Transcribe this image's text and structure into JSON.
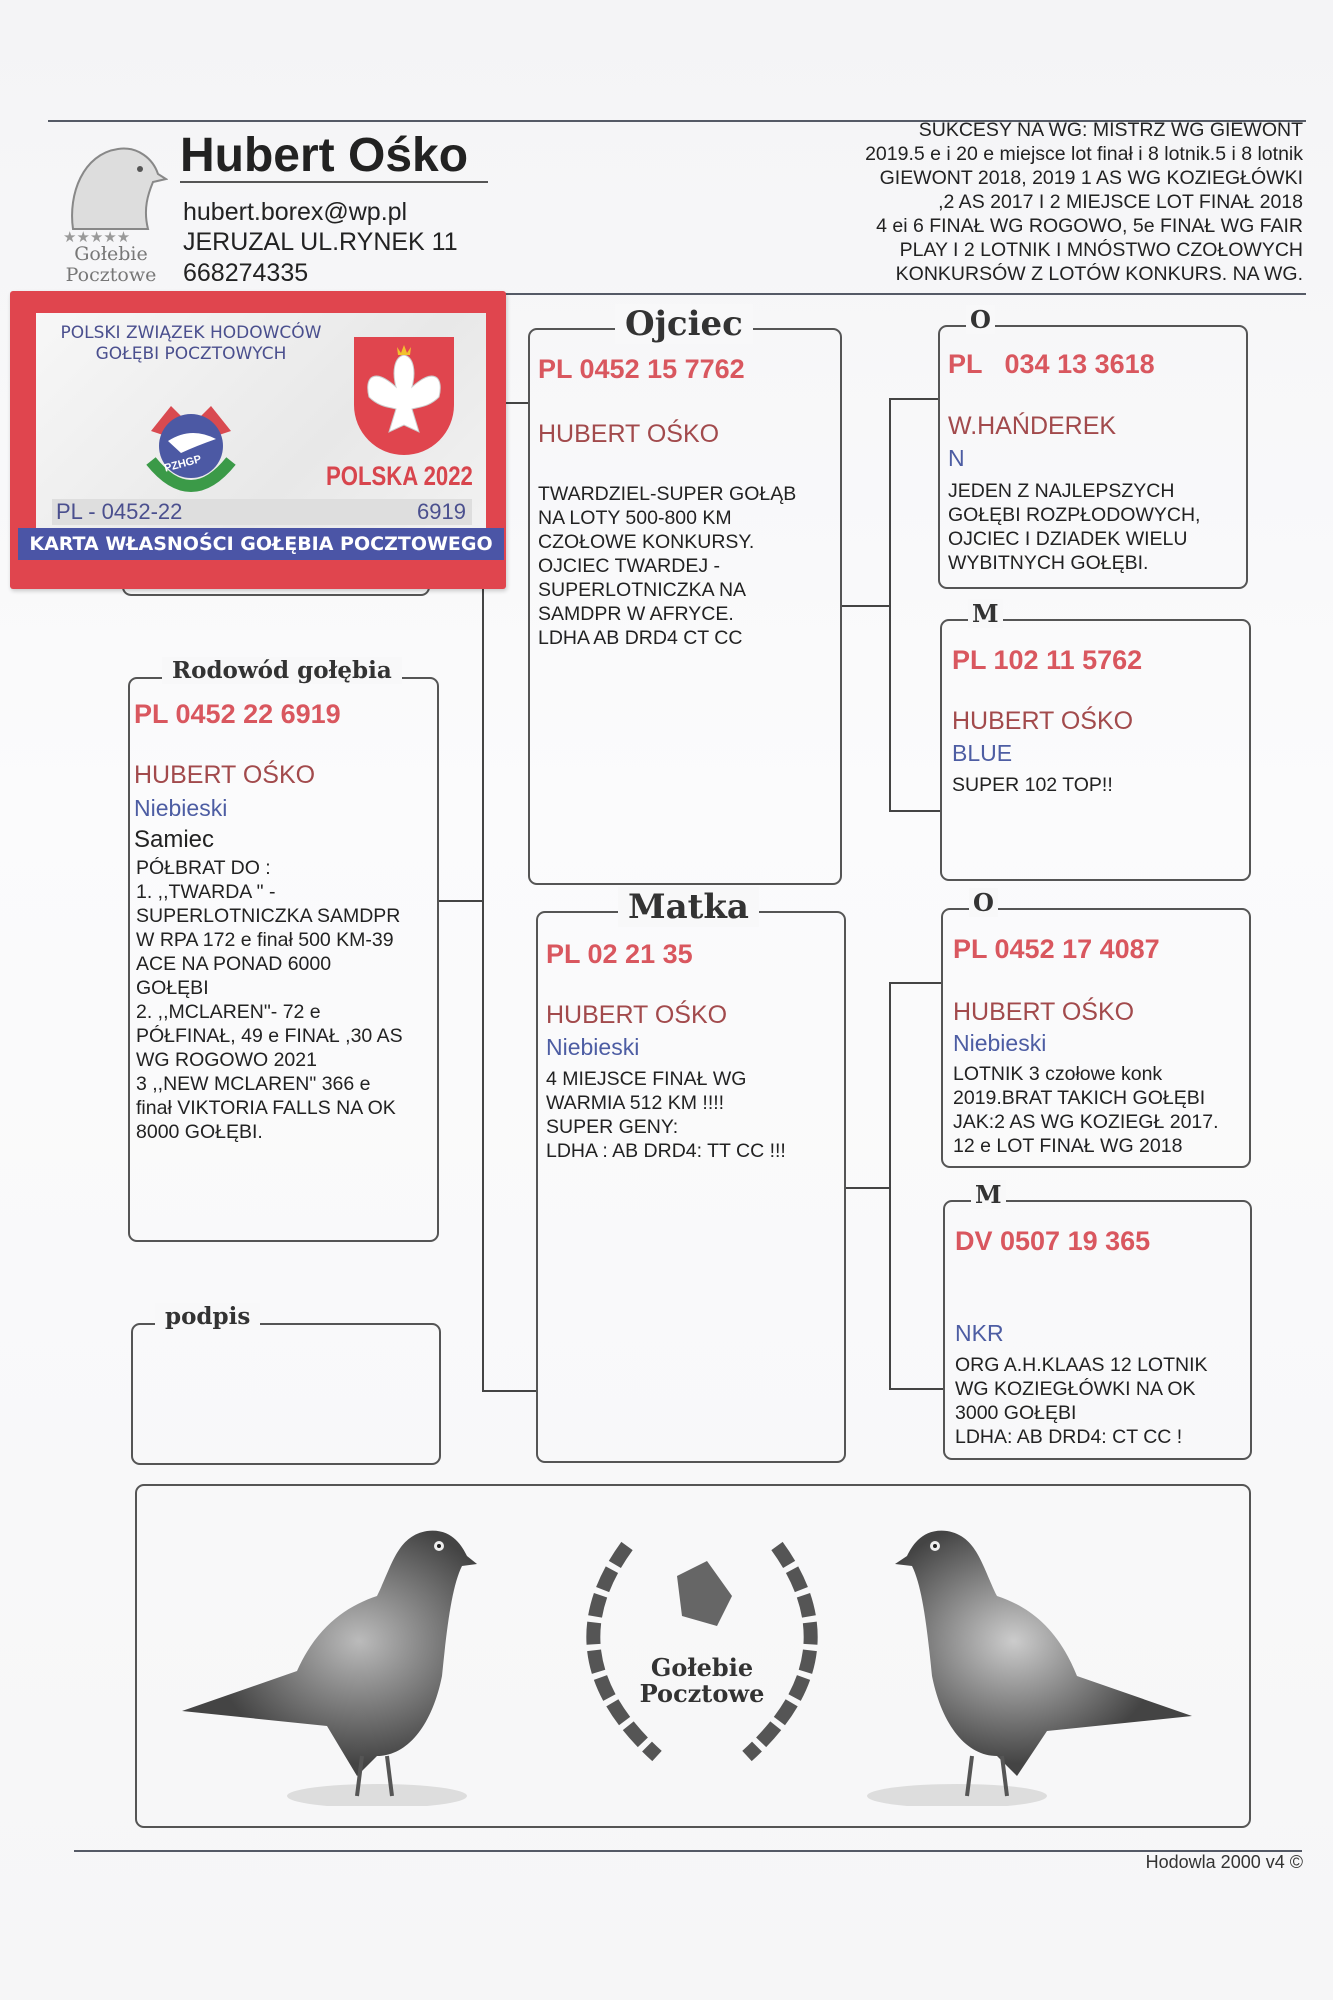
{
  "header": {
    "logo_text": "Gołebie Pocztowe",
    "owner_name": "Hubert Ośko",
    "email": "hubert.borex@wp.pl",
    "address": "JERUZAL UL.RYNEK 11",
    "phone": "668274335",
    "successes": "SUKCESY NA WG: MISTRZ WG GIEWONT\n2019.5 e i 20 e miejsce lot finał i 8 lotnik.5 i 8 lotnik\nGIEWONT 2018, 2019 1 AS WG KOZIEGŁÓWKI\n,2 AS 2017 I 2 MIEJSCE LOT FINAŁ 2018\n4 ei 6 FINAŁ WG ROGOWO, 5e FINAŁ WG FAIR\nPLAY I 2 LOTNIK  I MNÓSTWO CZOŁOWYCH\nKONKURSÓW Z LOTÓW KONKURS. NA WG."
  },
  "card": {
    "org": "POLSKI ZWIĄZEK HODOWCÓW\nGOŁĘBI POCZTOWYCH",
    "badge": "PZHGP",
    "country_year": "POLSKA 2022",
    "ring_left": "PL - 0452-22",
    "ring_right": "6919",
    "title": "KARTA WŁASNOŚCI GOŁĘBIA POCZTOWEGO"
  },
  "pigeon": {
    "legend": "Rodowód gołębia",
    "ring": "PL 0452 22 6919",
    "breeder": "HUBERT OŚKO",
    "color": "Niebieski",
    "sex": "Samiec",
    "description": "PÓŁBRAT DO :\n1. ,,TWARDA \" -\nSUPERLOTNICZKA SAMDPR\nW RPA 172 e finał 500 KM-39\nACE NA PONAD 6000\nGOŁĘBI\n2. ,,MCLAREN\"- 72 e\nPÓŁFINAŁ, 49 e FINAŁ ,30 AS\nWG ROGOWO 2021\n3 ,,NEW MCLAREN\" 366 e\nfinał VIKTORIA FALLS NA OK\n8000 GOŁĘBI."
  },
  "signature": {
    "legend": "podpis"
  },
  "father": {
    "legend": "Ojciec",
    "ring": "PL 0452 15 7762",
    "breeder": "HUBERT OŚKO",
    "description": "TWARDZIEL-SUPER GOŁĄB\nNA LOTY 500-800 KM\nCZOŁOWE KONKURSY.\nOJCIEC TWARDEJ -\nSUPERLOTNICZKA  NA\nSAMDPR W AFRYCE.\nLDHA AB  DRD4 CT CC"
  },
  "mother": {
    "legend": "Matka",
    "ring": "PL 02 21 35",
    "breeder": "HUBERT OŚKO",
    "color": "Niebieski",
    "description": "4 MIEJSCE FINAŁ WG\nWARMIA 512 KM !!!!\nSUPER GENY:\nLDHA : AB   DRD4: TT CC !!!"
  },
  "ff": {
    "legend": "O",
    "ring": "PL   034 13 3618",
    "breeder": "W.HAŃDEREK",
    "color": "N",
    "description": "JEDEN Z NAJLEPSZYCH\nGOŁĘBI ROZPŁODOWYCH,\nOJCIEC I DZIADEK WIELU\nWYBITNYCH GOŁĘBI."
  },
  "fm": {
    "legend": "M",
    "ring": "PL 102 11 5762",
    "breeder": "HUBERT OŚKO",
    "color": "BLUE",
    "description": "SUPER 102  TOP!!"
  },
  "mf": {
    "legend": "O",
    "ring": "PL 0452 17 4087",
    "breeder": "HUBERT OŚKO",
    "color": "Niebieski",
    "description": "LOTNIK 3 czołowe konk\n2019.BRAT TAKICH GOŁĘBI\nJAK:2 AS WG KOZIEGŁ 2017.\n12 e LOT FINAŁ WG 2018"
  },
  "mm": {
    "legend": "M",
    "ring": "DV 0507 19 365",
    "color": "NKR",
    "description": "ORG  A.H.KLAAS  12 LOTNIK\nWG KOZIEGŁÓWKI NA OK\n3000 GOŁĘBI\nLDHA: AB   DRD4: CT CC !"
  },
  "banner": {
    "emblem_text": "Gołebie\nPocztowe"
  },
  "footer": {
    "software": "Hodowla 2000 v4 ©"
  }
}
